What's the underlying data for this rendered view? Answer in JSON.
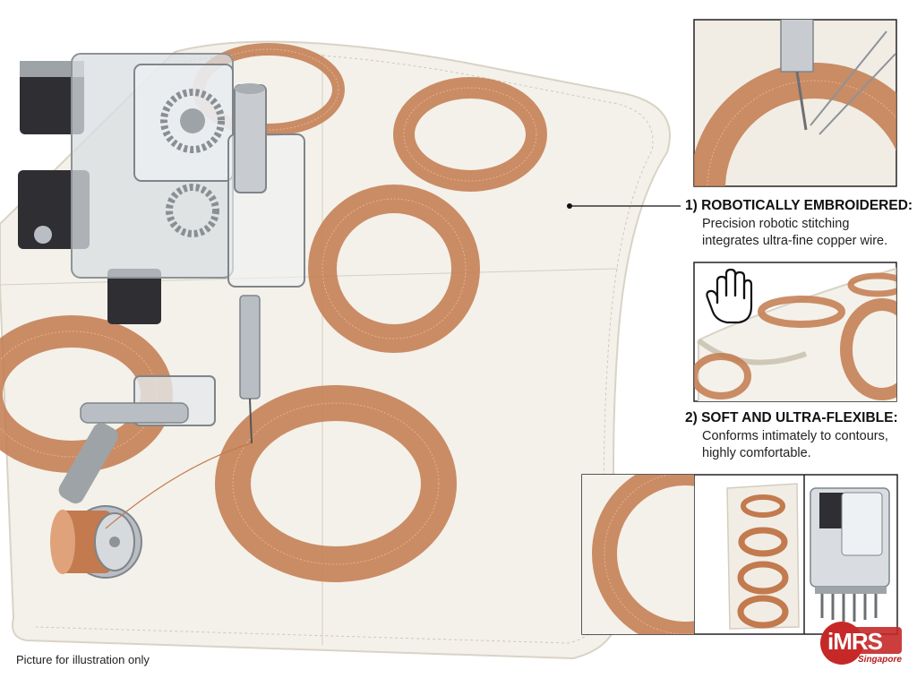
{
  "callouts": [
    {
      "title": "1) ROBOTICALLY EMBROIDERED:",
      "lines": [
        "Precision robotic stitching",
        "integrates ultra-fine copper wire."
      ]
    },
    {
      "title": "2) SOFT AND ULTRA-FLEXIBLE:",
      "lines": [
        "Conforms intimately to contours,",
        "highly comfortable."
      ]
    }
  ],
  "footnote": "Picture for illustration only",
  "logo": {
    "text": "iMRS",
    "sub": "Singapore"
  },
  "colors": {
    "copper": "#c27a4e",
    "fabric": "#f4f1ea",
    "metal": "#b9bec4",
    "logo_red": "#c62828"
  },
  "icons": [
    "hand-icon"
  ]
}
